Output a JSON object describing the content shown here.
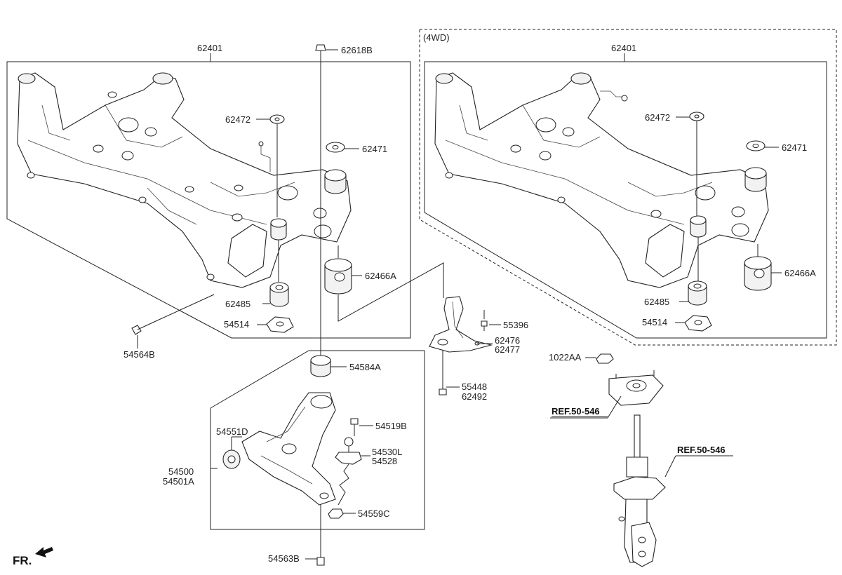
{
  "labels": {
    "l_62401_left": "62401",
    "l_62618B": "62618B",
    "l_62472_left": "62472",
    "l_62471_left": "62471",
    "l_62466A_left": "62466A",
    "l_62485_left": "62485",
    "l_54514_left": "54514",
    "l_54564B": "54564B",
    "l_4wd": "(4WD)",
    "l_62401_right": "62401",
    "l_62472_right": "62472",
    "l_62471_right": "62471",
    "l_62466A_right": "62466A",
    "l_62485_right": "62485",
    "l_54514_right": "54514",
    "l_55396": "55396",
    "l_62476": "62476",
    "l_62477": "62477",
    "l_55448": "55448",
    "l_62492": "62492",
    "l_1022AA": "1022AA",
    "l_54584A": "54584A",
    "l_54551D": "54551D",
    "l_54519B": "54519B",
    "l_54530L": "54530L",
    "l_54528": "54528",
    "l_54500": "54500",
    "l_54501A": "54501A",
    "l_54559C": "54559C",
    "l_54563B": "54563B",
    "ref_50546_a": "REF.50-546",
    "ref_50546_b": "REF.50-546",
    "fr": "FR."
  }
}
